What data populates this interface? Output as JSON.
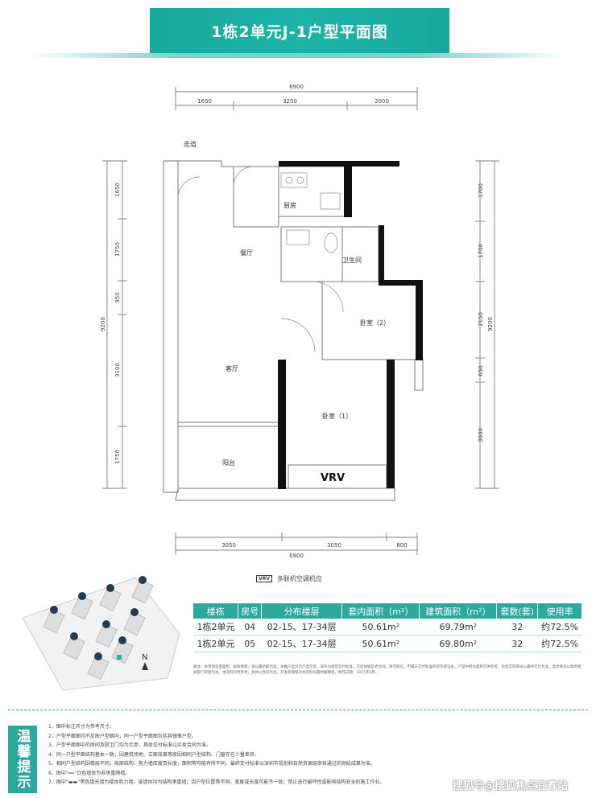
{
  "title": "1栋2单元J-1户型平面图",
  "plan": {
    "top_total": "6900",
    "top_dims": [
      "1650",
      "3250",
      "2000"
    ],
    "bottom_dims": [
      "3050",
      "3050",
      "800"
    ],
    "bottom_total": "6900",
    "left_total": "9200",
    "left_dims": [
      "1650",
      "1750",
      "950",
      "3100",
      "1750"
    ],
    "right_total": "9200",
    "right_dims": [
      "1700",
      "1700",
      "2150",
      "650",
      "3000"
    ],
    "rooms": {
      "corridor": "走道",
      "kitchen": "厨房",
      "dining": "餐厅",
      "bathroom": "卫生间",
      "bedroom2": "卧室（2）",
      "living": "客厅",
      "bedroom1": "卧室（1）",
      "balcony": "阳台",
      "vrv": "VRV"
    }
  },
  "legend": {
    "box": "VRV",
    "text": "多联机空调机位"
  },
  "site": {
    "compass": "N"
  },
  "table": {
    "headers": [
      "楼栋",
      "房号",
      "分布楼层",
      "套内面积（m²）",
      "建筑面积（m²）",
      "套数(套)",
      "使用率"
    ],
    "rows": [
      [
        "1栋2单元",
        "04",
        "02-15、17-34层",
        "50.61m²",
        "69.79m²",
        "32",
        "约72.5%"
      ],
      [
        "1栋2单元",
        "05",
        "02-15、17-34层",
        "50.61m²",
        "69.80m²",
        "32",
        "约72.5%"
      ]
    ]
  },
  "small_note": "备注：本项目任意面积、如有更新，请以最新版为准。本推户型仅为户型示意，非作为建筑交付标准，交房依据正式合同。请勿轻信，不属于交付标准的装饰或设备，户型中所标面积仅供参考。房屋实际布局以最终交付为准，具体情况以政府相关部门审批为准，本资料仅供参考，具体以合同为准。开发商保留对本资料的最终解释权，制作日期：2025年2月。",
  "tips_title": "温馨提示",
  "notes": [
    "1、图中标注尺寸为参考尺寸。",
    "2、户型平面图均不反映户型朝向，同一户型平面图包括其镜像户型。",
    "3、户型平面图中的房间及厨卫门均为示意，具体交付标准以买卖合同为准。",
    "4、同一户型平面结构基本一致，因建筑场地、立面效果等原因相同户型结构、门窗存在少量差异。",
    "5、相同户型结构因楼层不同，局部结构、剪力墙厚度及长度，面积等可能有所不同，最终交付标准以深圳市规划和自然资源局审核通过的测绘成果为准。",
    "6、图中“══”白色墙体为非承重隔墙。",
    "7、图中“▬▬”黑色填充墙为楼体剪力墙，该墙体均为结构承重墙；因户型位置等不同，宽度或长度可能不一致；禁止进行破坏性或影响结构安全的施工作业。"
  ],
  "watermark": "搜狐号@搜狐焦点宜春站"
}
